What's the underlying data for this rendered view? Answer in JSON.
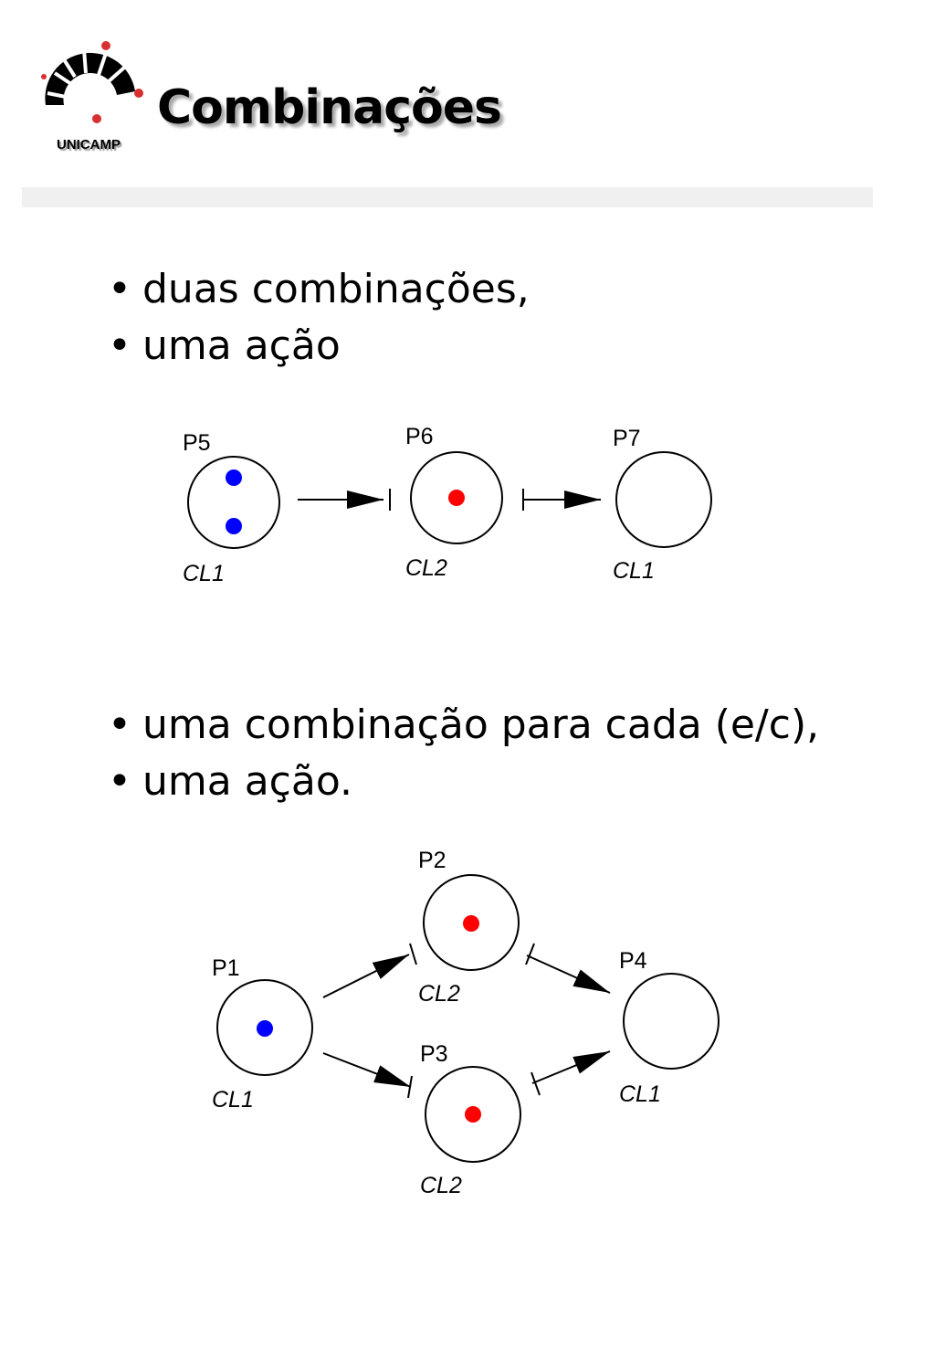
{
  "header": {
    "title": "Combinações",
    "logo_text": "UNICAMP"
  },
  "section1": {
    "bullets": [
      "duas combinações,",
      "uma ação"
    ],
    "places": {
      "p5": {
        "name": "P5",
        "class": "CL1"
      },
      "p6": {
        "name": "P6",
        "class": "CL2"
      },
      "p7": {
        "name": "P7",
        "class": "CL1"
      }
    }
  },
  "section2": {
    "bullets": [
      "uma combinação para cada (e/c),",
      "uma ação."
    ],
    "places": {
      "p1": {
        "name": "P1",
        "class": "CL1"
      },
      "p2": {
        "name": "P2",
        "class": "CL2"
      },
      "p3": {
        "name": "P3",
        "class": "CL2"
      },
      "p4": {
        "name": "P4",
        "class": "CL1"
      }
    }
  },
  "colors": {
    "token_blue": "#0000ff",
    "token_red": "#ff0000"
  }
}
